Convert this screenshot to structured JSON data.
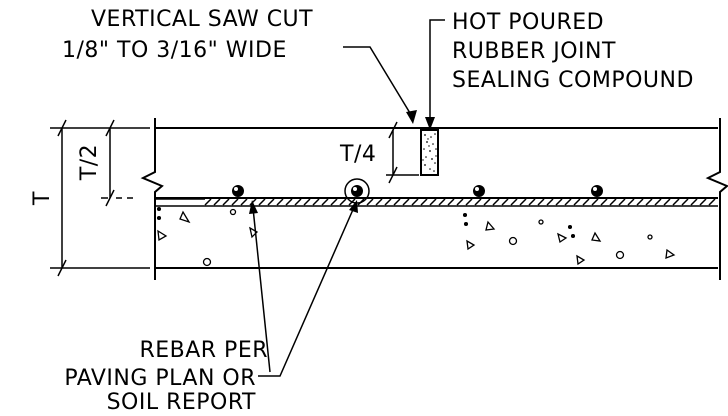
{
  "labels": {
    "saw_cut_line1": "VERTICAL SAW CUT",
    "saw_cut_line2": "1/8\" TO 3/16\" WIDE",
    "sealant_line1": "HOT POURED",
    "sealant_line2": "RUBBER JOINT",
    "sealant_line3": "SEALING COMPOUND",
    "dim_total": "T",
    "dim_half": "T/2",
    "dim_quarter": "T/4",
    "rebar_line1": "REBAR PER",
    "rebar_line2": "PAVING PLAN OR",
    "rebar_line3": "SOIL REPORT"
  }
}
